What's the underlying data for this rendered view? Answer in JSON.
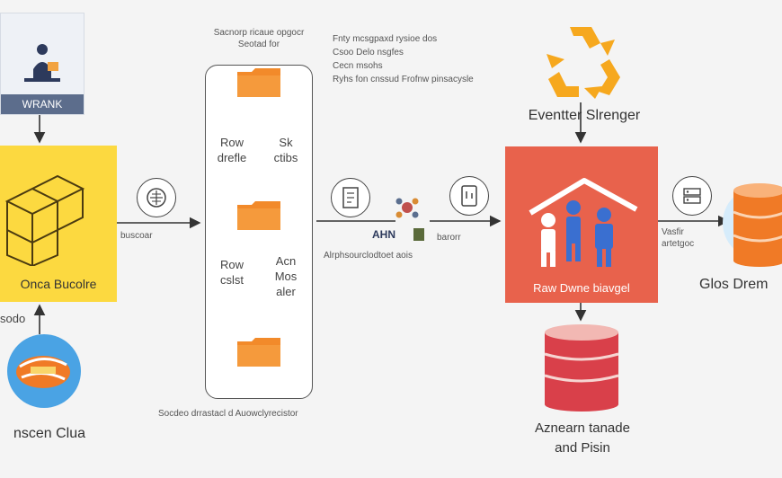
{
  "source": {
    "caption": "WRANK"
  },
  "hub": {
    "label": "Onca Bucolre",
    "below_label": "sodo"
  },
  "globe": {
    "label": "nscen Clua"
  },
  "left_arrow_label": "buscoar",
  "folder_panel": {
    "header": "Sacnorp ricaue opgocr Seotad for",
    "top_left": "Row\ndrefle",
    "top_right": "Sk\nctibs",
    "mid_left": "Row\ncslst",
    "mid_right": "Acn\nMos\naler",
    "footer": "Socdeo drrastacl d Auowclyrecistor"
  },
  "notes": [
    "Fnty mcsgpaxd rysioe dos",
    "Csoo Delo nsgfes",
    "Cecn msohs",
    "Ryhs fon cnssud Frofnw pinsacysle"
  ],
  "mid": {
    "brand": "AHN",
    "after_label": "barorr",
    "below_label": "Alrphsourclodtoet aois"
  },
  "event": {
    "label": "Eventter Slrenger"
  },
  "process": {
    "label": "Raw Dwne biavgel"
  },
  "right_arrow_label": "Vasfir\nartetgoc",
  "gios": {
    "label": "Glos Drem"
  },
  "bottom_db": {
    "label": "Aznearn tanade\nand Pisin"
  },
  "colors": {
    "yellow": "#fcd940",
    "orange_folder": "#f28a2a",
    "red_box": "#e8624c",
    "red_db": "#d9404a",
    "orange_db": "#f07a26",
    "globe": "#4aa3e4",
    "recycle": "#f6a81e"
  }
}
